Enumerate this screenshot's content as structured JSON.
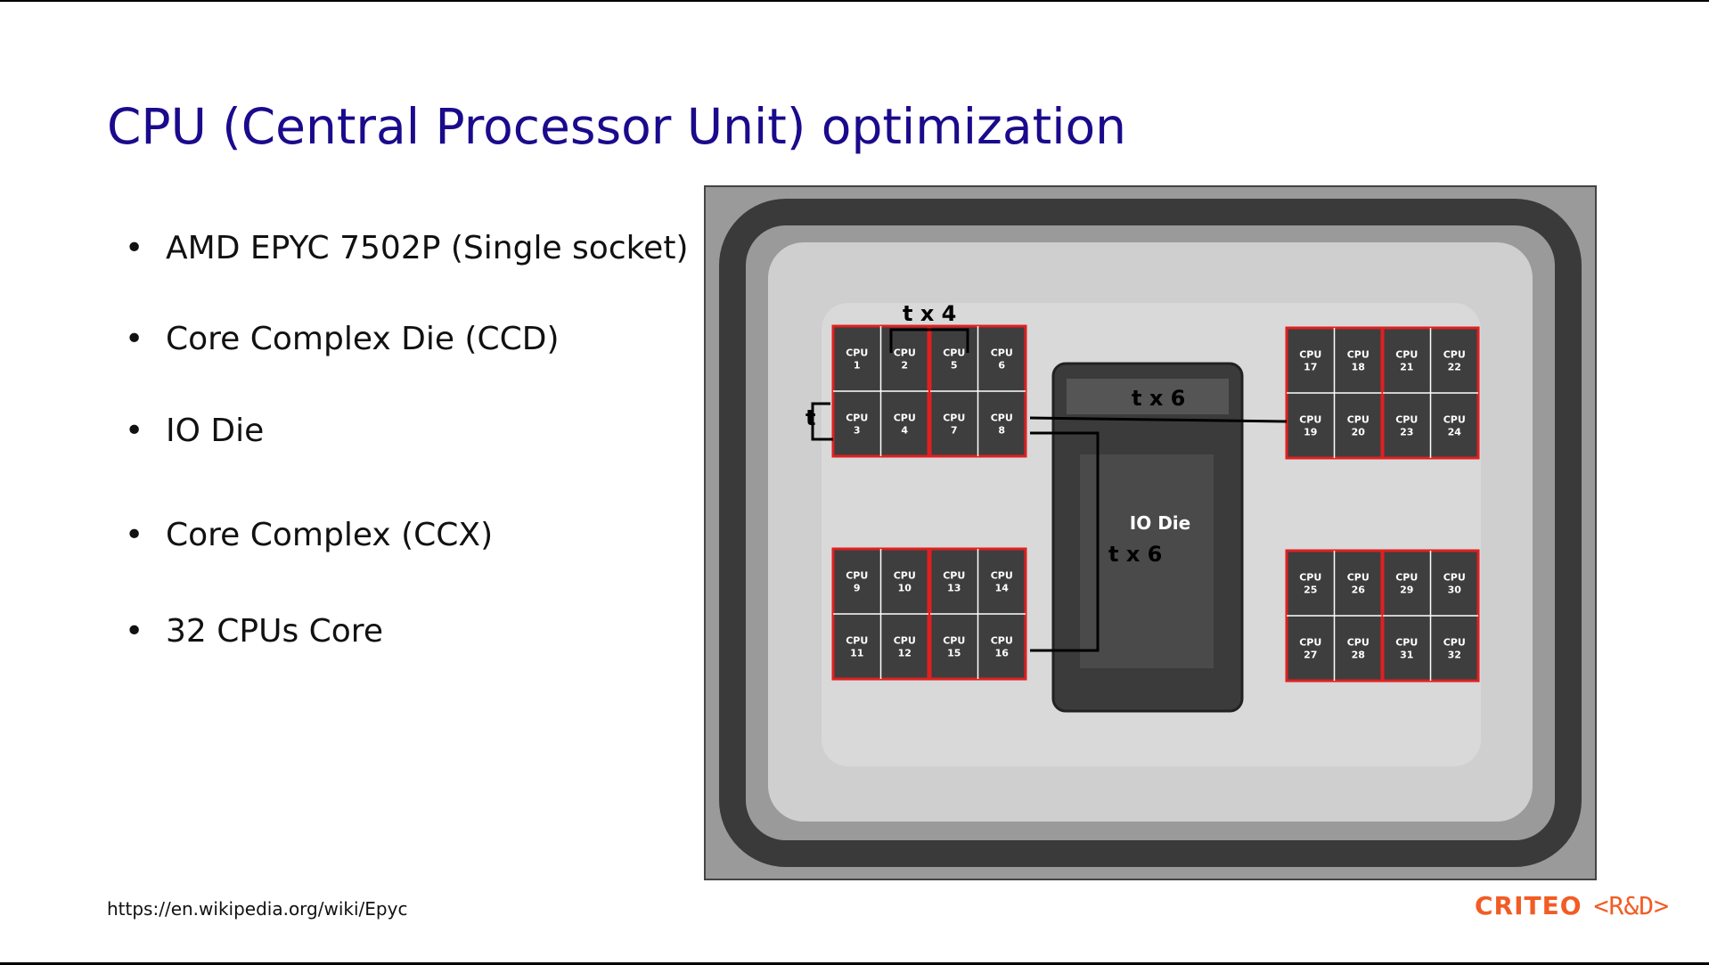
{
  "slide": {
    "title": "CPU (Central Processor Unit) optimization",
    "bullets": [
      "AMD EPYC 7502P (Single socket)",
      "Core Complex Die (CCD)",
      "IO Die",
      "Core Complex (CCX)",
      "32 CPUs Core"
    ],
    "bullet_marker": "•",
    "source_link": "https://en.wikipedia.org/wiki/Epyc"
  },
  "diagram": {
    "io_die_label": "IO Die",
    "latency_labels": {
      "intra_ccx": "t",
      "inter_ccx": "t x 4",
      "cross_die_horizontal": "t x 6",
      "cross_die_vertical": "t x 6"
    },
    "cpu_prefix": "CPU",
    "cpu_numbers": {
      "top_left_ccx_a": [
        "1",
        "2",
        "3",
        "4"
      ],
      "top_left_ccx_b": [
        "5",
        "6",
        "7",
        "8"
      ],
      "bottom_left_ccx_a": [
        "9",
        "10",
        "11",
        "12"
      ],
      "bottom_left_ccx_b": [
        "13",
        "14",
        "15",
        "16"
      ],
      "top_right_ccx_a": [
        "17",
        "18",
        "19",
        "20"
      ],
      "top_right_ccx_b": [
        "21",
        "22",
        "23",
        "24"
      ],
      "bottom_right_ccx_a": [
        "25",
        "26",
        "27",
        "28"
      ],
      "bottom_right_ccx_b": [
        "29",
        "30",
        "31",
        "32"
      ]
    },
    "ccx_outline_color": "#e02020",
    "connector_color": "#000000"
  },
  "branding": {
    "company": "CRITEO",
    "division": "<R&D>",
    "color": "#f25c24"
  }
}
